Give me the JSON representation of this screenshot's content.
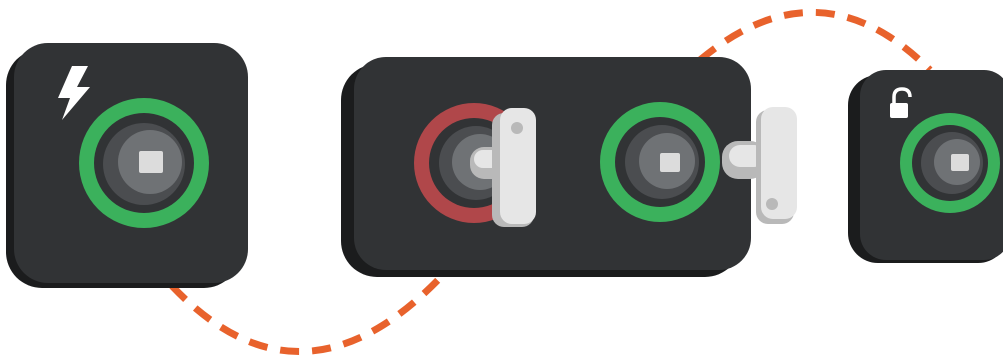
{
  "colors": {
    "background": "#ffffff",
    "panel": "#313335",
    "panel_shadow": "#1b1c1d",
    "ring_active": "#3bb15c",
    "ring_locked": "#b0474a",
    "cylinder": "#4b4d50",
    "cylinder_inner": "#6f7275",
    "slot": "#dcdcdc",
    "key": "#e6e6e6",
    "key_shade": "#b9b9b9",
    "dashed_path": "#e8622c",
    "icon": "#ffffff"
  },
  "devices": [
    {
      "name": "power-module",
      "icon": "lightning-bolt-icon",
      "locks": [
        {
          "name": "power-lock",
          "ring": "active",
          "key": "none"
        }
      ]
    },
    {
      "name": "dual-key-module",
      "icon": "",
      "locks": [
        {
          "name": "key-lock-left",
          "ring": "locked",
          "key": "inserted"
        },
        {
          "name": "key-lock-right",
          "ring": "active",
          "key": "removed"
        }
      ]
    },
    {
      "name": "unlocked-module",
      "icon": "padlock-open-icon",
      "locks": [
        {
          "name": "unlocked-lock",
          "ring": "active",
          "key": "none"
        }
      ]
    }
  ],
  "connectors": [
    {
      "name": "connector-bottom",
      "from": "power-module",
      "to": "dual-key-module",
      "style": "dashed"
    },
    {
      "name": "connector-top",
      "from": "dual-key-module",
      "to": "unlocked-module",
      "style": "dashed"
    }
  ]
}
